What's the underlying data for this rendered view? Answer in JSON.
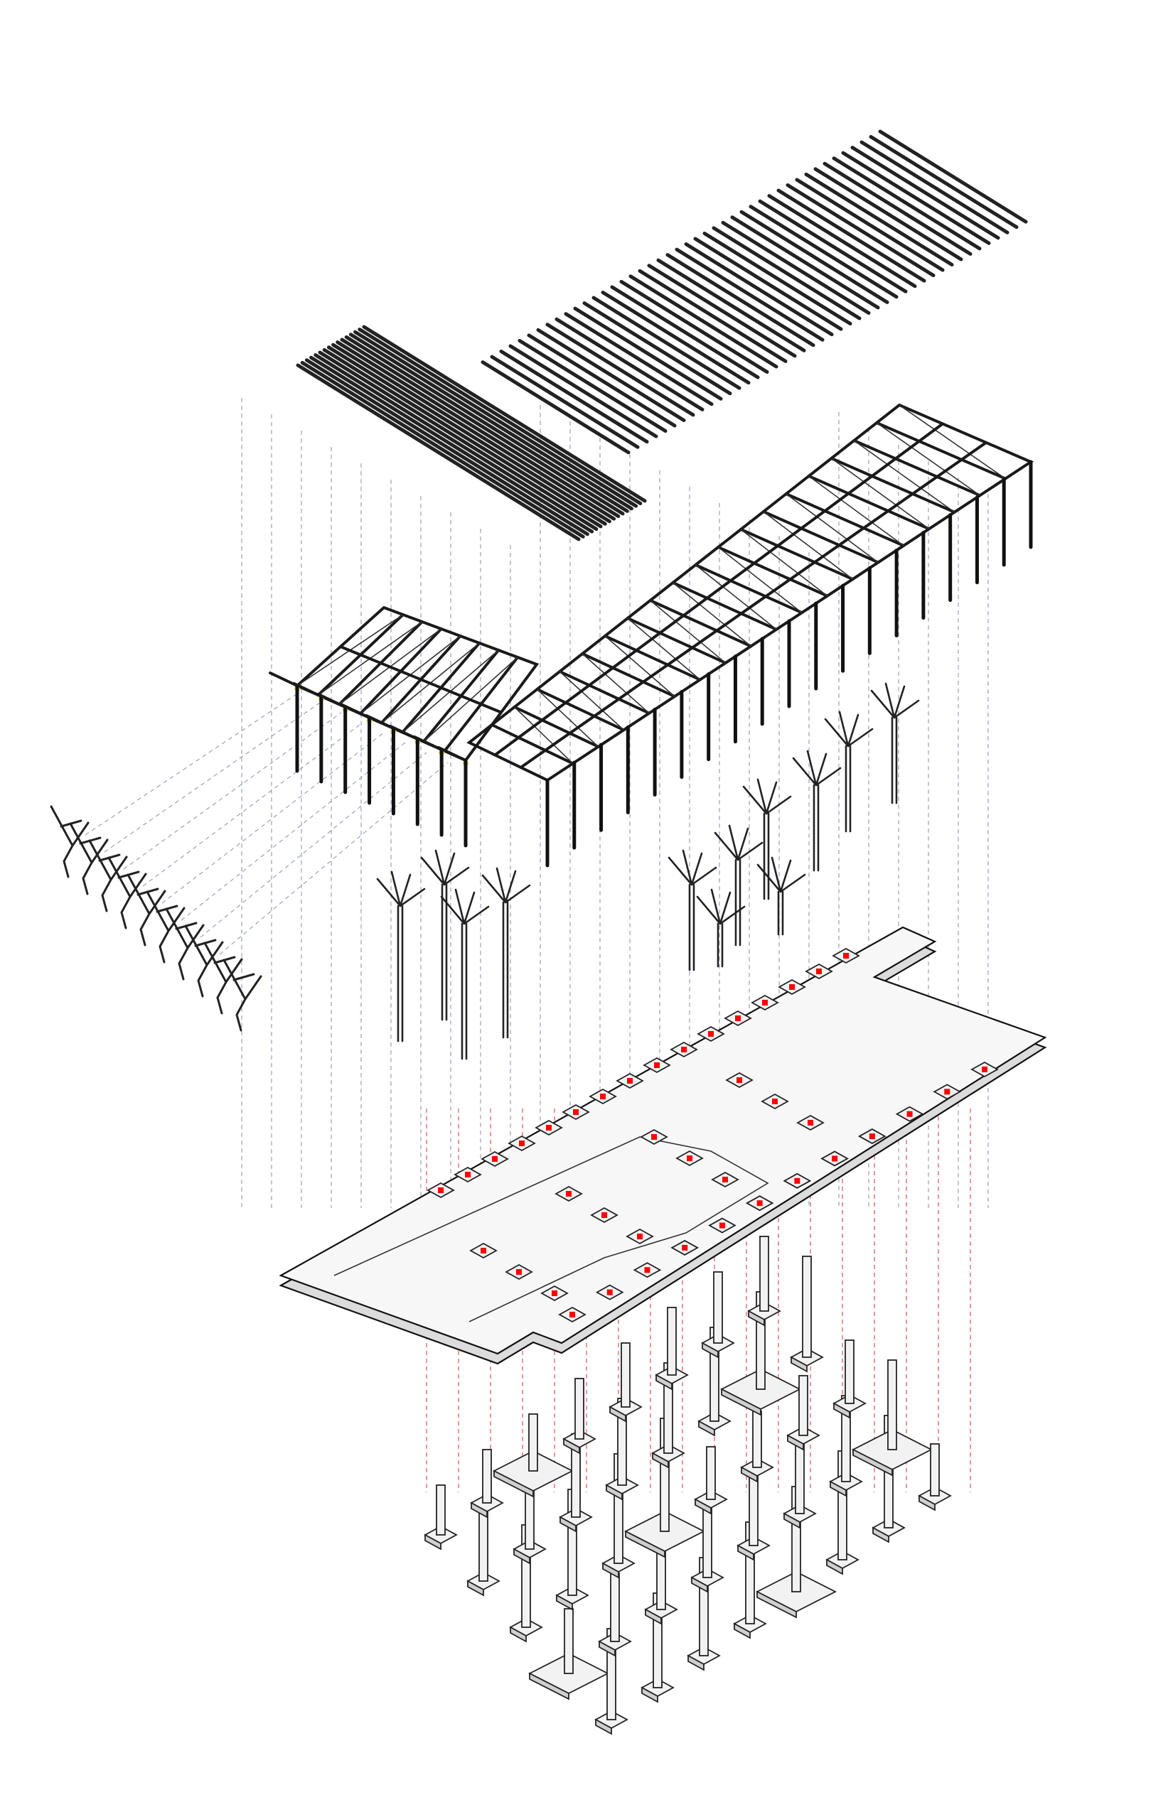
{
  "diagram": {
    "type": "exploded-axonometric",
    "colors": {
      "line": "#111111",
      "guide_gray": "#9aa3b5",
      "guide_red": "#e0584f",
      "marker": "#ff0000",
      "slab_fill": "#f7f7f7",
      "connector": "#e3d23b"
    },
    "layers": [
      {
        "id": "roof-slats-left",
        "count": 16
      },
      {
        "id": "roof-slats-right",
        "count": 44
      },
      {
        "id": "roof-frame-left",
        "columns": 8
      },
      {
        "id": "roof-frame-right",
        "columns": 19
      },
      {
        "id": "bracket-assembly",
        "count": 10
      },
      {
        "id": "tree-columns",
        "count": 12
      },
      {
        "id": "floor-slab",
        "markers": 40
      },
      {
        "id": "pile-foundations",
        "count": 40
      }
    ]
  }
}
